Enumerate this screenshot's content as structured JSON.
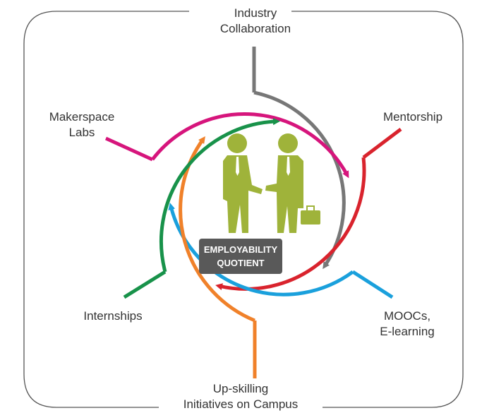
{
  "labels": {
    "industry": {
      "line1": "Industry",
      "line2": "Collaboration"
    },
    "mentorship": {
      "line1": "Mentorship"
    },
    "moocs": {
      "line1": "MOOCs,",
      "line2": "E-learning"
    },
    "upskilling": {
      "line1": "Up-skilling",
      "line2": "Initiatives on Campus"
    },
    "internships": {
      "line1": "Internships"
    },
    "makerspace": {
      "line1": "Makerspace",
      "line2": "Labs"
    }
  },
  "center": {
    "line1": "EMPLOYABILITY",
    "line2": "QUOTIENT"
  },
  "icons": {
    "center": "handshake-businessmen-icon"
  },
  "colors": {
    "industry": "#777777",
    "mentorship": "#d9232d",
    "moocs": "#1aa0dc",
    "upskilling": "#f0812a",
    "internships": "#18924a",
    "makerspace": "#d6157c",
    "figures": "#9fb33a",
    "badge": "#595959",
    "frame": "#555555"
  }
}
